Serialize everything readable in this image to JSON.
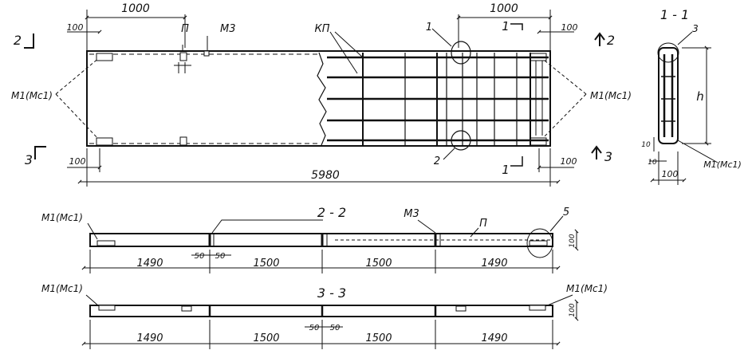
{
  "plan": {
    "dim_top_left": "1000",
    "dim_top_right": "1000",
    "dim_small_tl": "100",
    "dim_small_tr": "100",
    "dim_small_bl": "100",
    "dim_small_br": "100",
    "dim_total": "5980",
    "label_p": "П",
    "label_m3": "М3",
    "label_kp": "КП",
    "label_m1_left": "М1(Мс1)",
    "label_m1_right": "М1(Мс1)",
    "callout_1": "1",
    "callout_2": "2",
    "sec_2_left": "2",
    "sec_2_right": "2",
    "sec_3_left": "3",
    "sec_3_right": "3",
    "sec_1_top": "1",
    "sec_1_bottom": "1"
  },
  "section_1_1": {
    "title": "1 - 1",
    "callout_3": "3",
    "label_h": "h",
    "dim_10_a": "10",
    "dim_10_b": "10",
    "dim_100": "100",
    "label_m1": "М1(Мс1)"
  },
  "section_2_2": {
    "title": "2 - 2",
    "label_m1": "М1(Мс1)",
    "label_m3": "М3",
    "label_p": "П",
    "callout_5": "5",
    "dim_height": "100",
    "dim_50_a": "50",
    "dim_50_b": "50",
    "spans": [
      "1490",
      "1500",
      "1500",
      "1490"
    ]
  },
  "section_3_3": {
    "title": "3 - 3",
    "label_m1_left": "М1(Мс1)",
    "label_m1_right": "М1(Мс1)",
    "dim_height": "100",
    "dim_50_a": "50",
    "dim_50_b": "50",
    "spans": [
      "1490",
      "1500",
      "1500",
      "1490"
    ]
  }
}
